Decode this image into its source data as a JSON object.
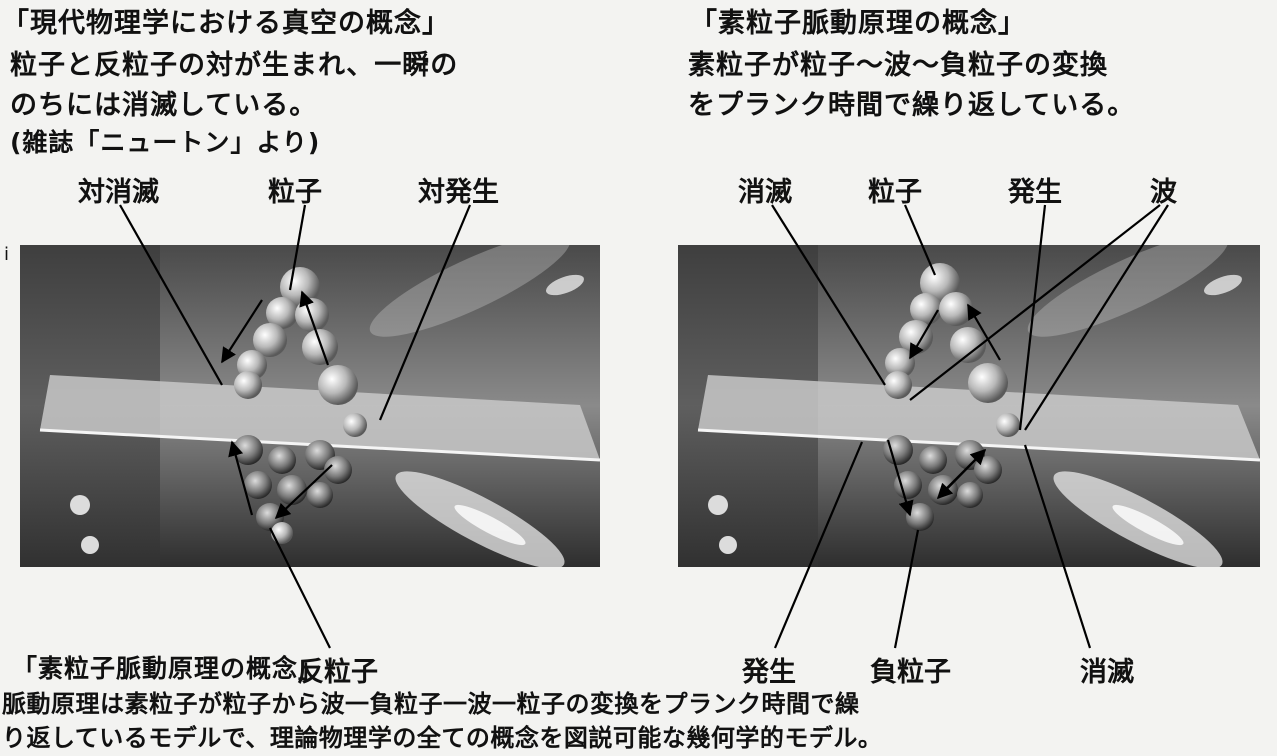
{
  "left_caption": {
    "title": "「現代物理学における真空の概念」",
    "line1": "粒子と反粒子の対が生まれ、一瞬の",
    "line2": "のちには消滅している。",
    "source": "(雑誌「ニュートン」より)"
  },
  "right_caption": {
    "title": "「素粒子脈動原理の概念」",
    "line1": "素粒子が粒子～波～負粒子の変換",
    "line2": "をプランク時間で繰り返している。"
  },
  "left_labels": {
    "pair_annihilation": "対消滅",
    "particle": "粒子",
    "pair_creation": "対発生",
    "antiparticle": "反粒子"
  },
  "right_labels": {
    "annihilation_top": "消滅",
    "particle": "粒子",
    "creation_top": "発生",
    "wave": "波",
    "creation_bottom": "発生",
    "negative_particle": "負粒子",
    "annihilation_bottom": "消滅"
  },
  "bottom_caption": {
    "title": "「素粒子脈動原理の概念」",
    "line1": "脈動原理は素粒子が粒子から波一負粒子一波一粒子の変換をプランク時間で繰",
    "line2": "り返しているモデルで、理論物理学の全ての概念を図説可能な幾何学的モデル。"
  },
  "panel_marker": "i"
}
